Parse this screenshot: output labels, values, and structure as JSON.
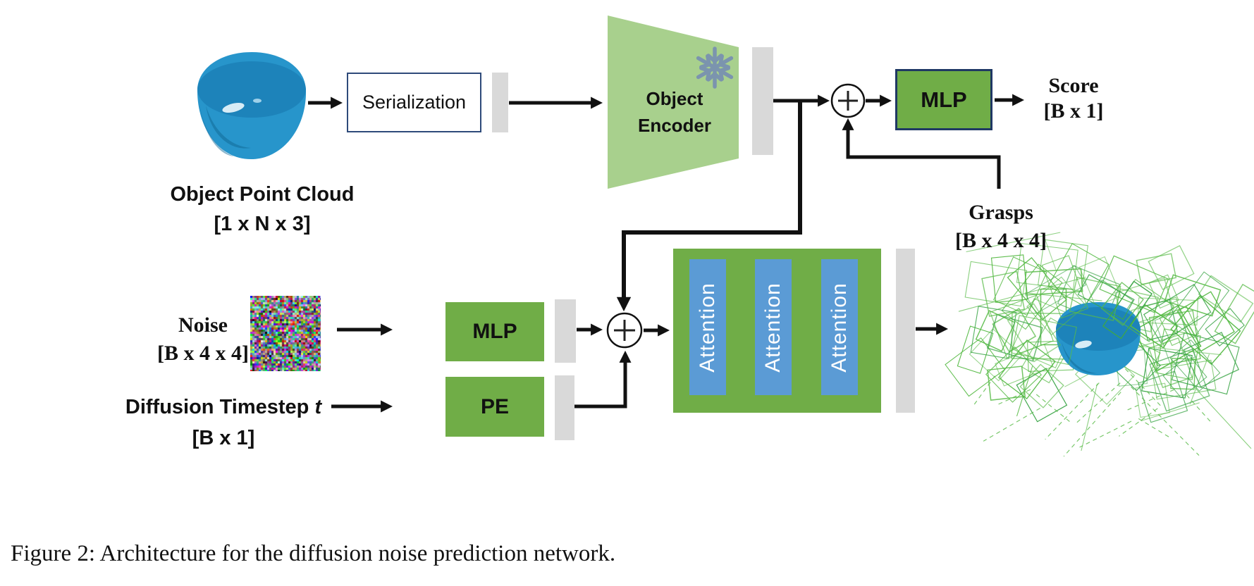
{
  "caption": "Figure 2: Architecture for the diffusion noise prediction network.",
  "labels": {
    "object_point_cloud": {
      "title": "Object Point Cloud",
      "dims": "[1 x N x 3]"
    },
    "noise": {
      "title": "Noise",
      "dims": "[B x 4 x 4]"
    },
    "diffusion_timestep": {
      "title": "Diffusion Timestep",
      "var": "t",
      "dims": "[B x 1]"
    },
    "score": {
      "title": "Score",
      "dims": "[B x 1]"
    },
    "grasps": {
      "title": "Grasps",
      "dims": "[B x 4 x 4]"
    }
  },
  "blocks": {
    "serialization": "Serialization",
    "object_encoder_line1": "Object",
    "object_encoder_line2": "Encoder",
    "score_mlp": "MLP",
    "noise_mlp": "MLP",
    "pe": "PE",
    "attention": [
      "Attention",
      "Attention",
      "Attention"
    ],
    "plus_operator": "+"
  },
  "icons": {
    "frozen": "snowflake-icon",
    "add": "circled-plus-operator"
  },
  "images": {
    "object_bowl": "blue plastic bowl photo (object point cloud source)",
    "noise_patch": "random RGB pixel noise square",
    "grasp_cloud": "blue bowl surrounded by green wireframe grasp pose rectangles"
  },
  "colors": {
    "encoder_light_green": "#a8d08d",
    "block_green": "#70ad47",
    "attention_blue": "#5b9bd5",
    "feature_bar_gray": "#d9d9d9",
    "mlp_border_navy": "#1f3864",
    "serialization_border": "#2e4a7a",
    "snowflake_blue": "#7b94ae",
    "grasp_line_green": "#56b847",
    "bowl_blue": "#2795cb",
    "arrow_black": "#111111"
  }
}
